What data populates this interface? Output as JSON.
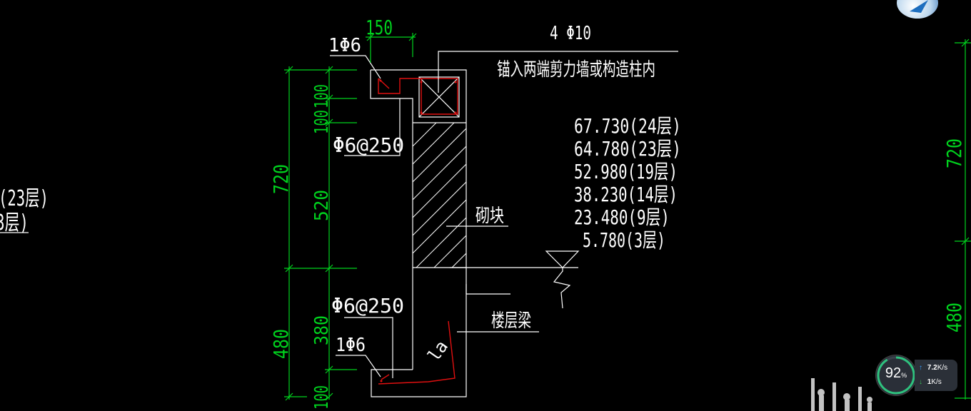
{
  "drawing": {
    "rebar_top_corner": "1Φ6",
    "dim_top_width": "150",
    "rebar_main": "4 Φ10",
    "anchor_note": "锚入两端剪力墙或构造柱内",
    "dim_100_a": "100",
    "dim_100_b": "100",
    "stirrup_top": "Φ6@250",
    "dim_total_top": "720",
    "dim_520": "520",
    "block_label": "砌块",
    "elevations": [
      "67.730(24层)",
      "64.780(23层)",
      "52.980(19层)",
      "38.230(14层)",
      "23.480(9层)",
      "5.780(3层)"
    ],
    "stirrup_bottom": "Φ6@250",
    "beam_label": "楼层梁",
    "rebar_bottom_corner": "1Φ6",
    "dim_total_bottom": "480",
    "dim_380": "380",
    "dim_100_bottom": "100",
    "la_label": "la",
    "left_partial_1": "(23层)",
    "left_partial_2": "3层)",
    "right_dim_720": "720",
    "right_dim_480": "480"
  },
  "overlay": {
    "gauge_value": "92",
    "gauge_unit": "%",
    "upload_speed": "7.2",
    "upload_unit": "K/s",
    "download_speed": "1",
    "download_unit": "K/s"
  },
  "colors": {
    "background": "#000000",
    "text_white": "#ffffff",
    "dimension_green": "#00d21e",
    "rebar_red": "#e01010"
  }
}
